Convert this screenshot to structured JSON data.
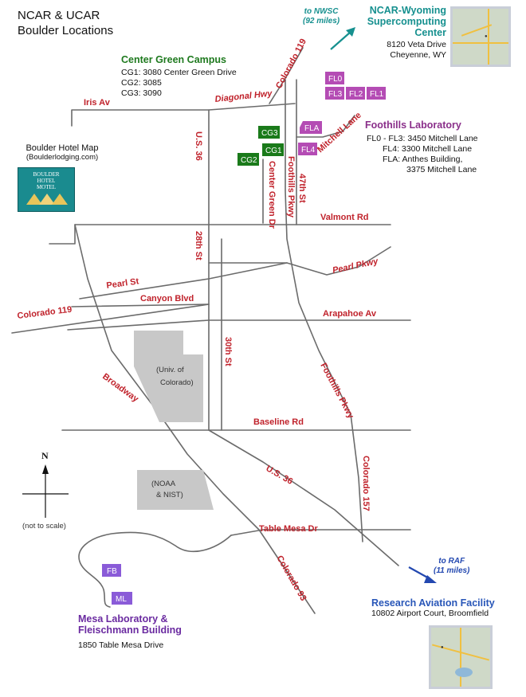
{
  "title": {
    "line1": "NCAR & UCAR",
    "line2": "Boulder Locations"
  },
  "center_green": {
    "title": "Center Green Campus",
    "lines": [
      "CG1: 3080 Center Green Drive",
      "CG2: 3085",
      "CG3: 3090"
    ]
  },
  "foothills": {
    "title": "Foothills Laboratory",
    "lines": [
      "FL0 - FL3: 3450 Mitchell Lane",
      "FL4: 3300 Mitchell Lane",
      "FLA: Anthes Building,",
      "3375 Mitchell Lane"
    ]
  },
  "wyoming": {
    "title_line1": "NCAR-Wyoming",
    "title_line2": "Supercomputing",
    "title_line3": "Center",
    "address1": "8120 Veta Drive",
    "address2": "Cheyenne, WY"
  },
  "nwsc_arrow": {
    "line1": "to NWSC",
    "line2": "(92 miles)"
  },
  "hotel": {
    "title": "Boulder Hotel Map",
    "subtitle": "(Boulderlodging.com)",
    "logo_text1": "BOULDER",
    "logo_text2": "HOTEL",
    "logo_text3": "MOTEL"
  },
  "mesa": {
    "title_line1": "Mesa Laboratory &",
    "title_line2": "Fleischmann Building",
    "address": "1850 Table Mesa Drive"
  },
  "raf": {
    "title": "Research Aviation Facility",
    "address": "10802 Airport Court, Broomfield"
  },
  "raf_arrow": {
    "line1": "to RAF",
    "line2": "(11 miles)"
  },
  "compass": {
    "north": "N",
    "note": "(not to scale)"
  },
  "roads": {
    "iris": "Iris Av",
    "diagonal": "Diagonal Hwy",
    "colorado119_top": "Colorado 119",
    "us36_top": "U.S. 36",
    "center_green_dr": "Center Green Dr",
    "foothills_pkwy_top": "Foothills Pkwy",
    "st47": "47th St",
    "mitchell": "Mitchell Lane",
    "valmont": "Valmont Rd",
    "st28": "28th St",
    "pearl_pkwy": "Pearl Pkwy",
    "pearl_st": "Pearl St",
    "canyon": "Canyon Blvd",
    "colorado119_left": "Colorado 119",
    "arapahoe": "Arapahoe Av",
    "st30": "30th St",
    "broadway": "Broadway",
    "foothills_pkwy_mid": "Foothills Pkwy",
    "baseline": "Baseline Rd",
    "us36_mid": "U.S. 36",
    "colorado157": "Colorado 157",
    "table_mesa": "Table Mesa Dr",
    "colorado93": "Colorado 93"
  },
  "campus": {
    "cu_line1": "(Univ. of",
    "cu_line2": "Colorado)",
    "noaa_line1": "(NOAA",
    "noaa_line2": "& NIST)"
  },
  "buildings": {
    "cg1": "CG1",
    "cg2": "CG2",
    "cg3": "CG3",
    "fl0": "FL0",
    "fl1": "FL1",
    "fl2": "FL2",
    "fl3": "FL3",
    "fla": "FLA",
    "fl4": "FL4",
    "fb": "FB",
    "ml": "ML"
  },
  "colors": {
    "road_label": "#c0222b",
    "roads": "#6b6b6b",
    "green": "#1a7a1a",
    "purple": "#b44cb4",
    "violet": "#8a5bd8",
    "teal_arrow": "#16908f",
    "blue_arrow": "#2348b0",
    "campus_fill": "#c8c8c8"
  }
}
